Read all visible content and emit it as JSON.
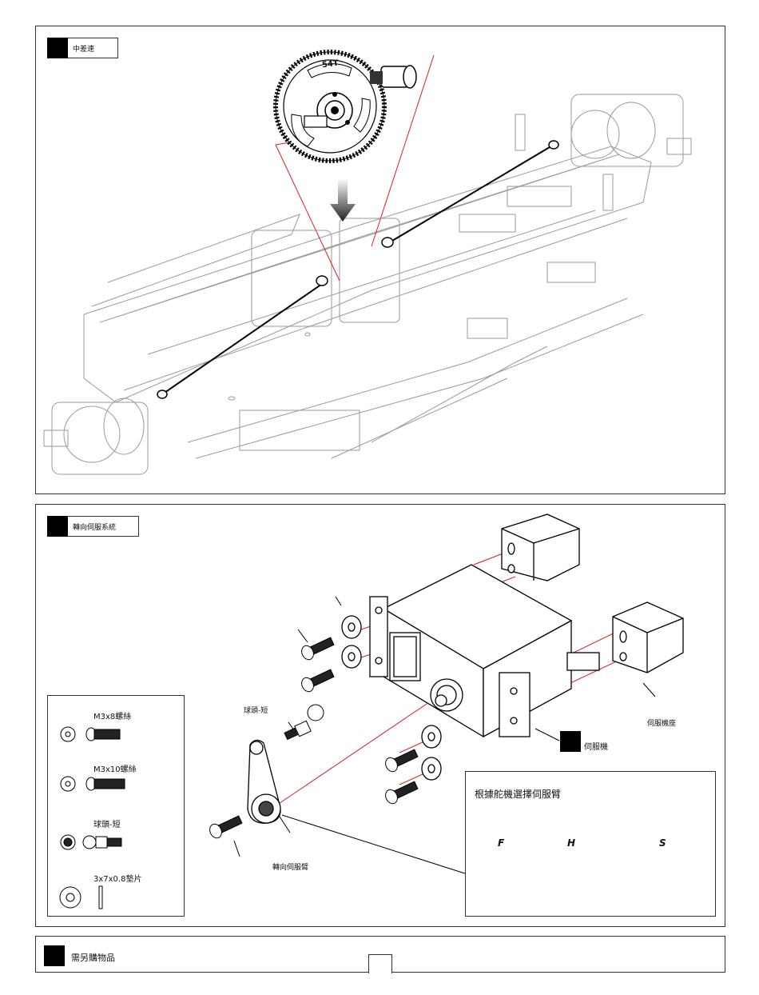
{
  "section1": {
    "title": "中差速",
    "gear_label": "54T"
  },
  "section2": {
    "title": "轉向伺服系統",
    "labels": {
      "ball_short": "球頭-短",
      "servo_mount": "伺服機座",
      "servo": "伺服機",
      "steering_servo_arm": "轉向伺服臂"
    },
    "parts": [
      {
        "label": "M3x8螺絲",
        "icon": "button-head-screw-m3x8"
      },
      {
        "label": "M3x10螺絲",
        "icon": "button-head-screw-m3x10"
      },
      {
        "label": "球頭-短",
        "icon": "ball-stud-short"
      },
      {
        "label": "3x7x0.8墊片",
        "icon": "washer-3x7x0.8"
      }
    ],
    "arm_choice": {
      "title": "根據舵機選擇伺服臂",
      "arms": [
        "F",
        "H",
        "S"
      ]
    }
  },
  "section3": {
    "title": "需另購物品"
  }
}
